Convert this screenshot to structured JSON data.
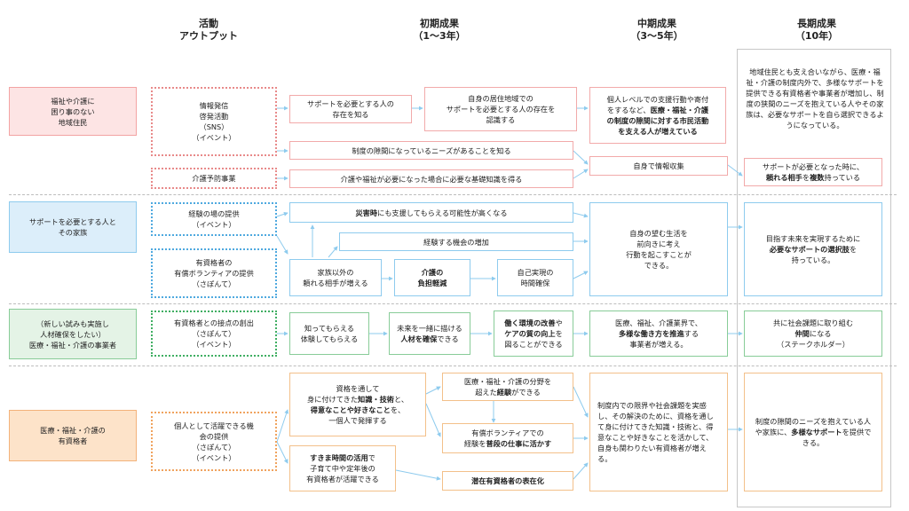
{
  "headers": {
    "activity": "活動",
    "output": "アウトプット",
    "initial": "初期成果",
    "initial_period": "（1〜3年）",
    "mid": "中期成果",
    "mid_period": "（3〜5年）",
    "long": "長期成果",
    "long_period": "（10年）"
  },
  "stakeholders": {
    "residents": "福祉や介護に\n困り事のない\n地域住民",
    "families": "サポートを必要とする人と\nその家族",
    "businesses": "（新しい試みも実施し\n人材確保をしたい）\n医療・福祉・介護の事業者",
    "professionals": "医療・福祉・介護の\n有資格者"
  },
  "activities": {
    "info": "情報発信\n啓発活動\n（SNS）\n（イベント）",
    "prevention": "介護予防事業",
    "experience": "経験の場の提供\n（イベント）",
    "volunteer": "有資格者の\n有償ボランティアの提供\n（さぽんて）",
    "contact": "有資格者との接点の創出\n（さぽんて）\n（イベント）",
    "active": "個人として活躍できる機\n会の提供\n（さぽんて）\n（イベント）"
  },
  "initial": {
    "know_people": "サポートを必要とする人の\n存在を知る",
    "recognize_local": "自身の居住地域での\nサポートを必要とする人の存在を\n認識する",
    "know_gap": "制度の隙間になっているニーズがあることを知る",
    "basic_knowledge": "介護や福祉が必要になった場合に必要な基礎知識を得る",
    "disaster_b": "災害時",
    "disaster_r": "にも支援してもらえる可能性が高くなる",
    "experience_more": "経験する機会の増加",
    "reliable_partner": "家族以外の\n頼れる相手が増える",
    "burden_b": "介護の\n負担軽減",
    "self_time": "自己実現の\n時間確保",
    "know_experience": "知ってもらえる\n体験してもらえる",
    "future_1": "未来を一緒に描ける",
    "future_b": "人材を確保",
    "future_2": "できる",
    "env_b1": "働く環境の改善",
    "env_1": "や",
    "env_b2": "ケアの質の向上",
    "env_2": "を",
    "env_3": "図ることができる",
    "qual_1": "資格を通して",
    "qual_2": "身に付けてきた",
    "qual_b1": "知識・技術",
    "qual_3": "と、",
    "qual_b2": "得意なことや好きなこと",
    "qual_4": "を、",
    "qual_5": "一個人で発揮する",
    "cross_1": "医療・福祉・介護の分野を",
    "cross_2": "超えた",
    "cross_b": "経験",
    "cross_3": "ができる",
    "paid_1": "有償ボランティアでの",
    "paid_2": "経験を",
    "paid_b": "普段の仕事に活かす",
    "spare_b": "すきま時間の活用",
    "spare_1": "で",
    "spare_2": "子育て中や定年後の",
    "spare_3": "有資格者が活躍できる",
    "latent_b": "潜在有資格者の表在化"
  },
  "mid": {
    "civic_1": "個人レベルでの支援行動や寄付",
    "civic_2": "をするなど、",
    "civic_b1": "医療・福祉・介護",
    "civic_b2": "の制度の隙間に対する市民活動",
    "civic_b3": "を支える人が増えている",
    "self_info": "自身で情報収集",
    "desired_life": "自身の望む生活を\n前向きに考え\n行動を起こすことが\nできる。",
    "biz_1": "医療、福祉、介護業界で、",
    "biz_b": "多様な働き方を推進",
    "biz_2": "する",
    "biz_3": "事業者が増える。",
    "prof_text": "制度内での限界や社会課題を実感し、その解決のために、資格を通して身に付けてきた知識・技術と、得意なことや好きなことを活かして、自身も関わりたい有資格者が増える。"
  },
  "long": {
    "vision": "地域住民とも支え合いながら、医療・福祉・介護の制度内外で、多様なサポートを提供できる有資格者や事業者が増加し、制度の狭間のニーズを抱えている人やその家族は、必要なサポートを自ら選択できるようになっている。",
    "partner_1": "サポートが必要となった時に、",
    "partner_b1": "頼れる相手",
    "partner_2": "を",
    "partner_b2": "複数",
    "partner_3": "持っている",
    "choice_1": "目指す未来を実現するために",
    "choice_b": "必要なサポートの選択肢",
    "choice_2": "を",
    "choice_3": "持っている。",
    "companion_1": "共に社会課題に取り組む",
    "companion_b": "仲間",
    "companion_2": "になる",
    "companion_3": "（ステークホルダー）",
    "gap_1": "制度の隙間のニーズを抱えている人や家族に、",
    "gap_b": "多様なサポート",
    "gap_2": "を提供できる。"
  },
  "colors": {
    "residents": "#f3a3a3",
    "families": "#8ecbee",
    "businesses": "#88cc98",
    "professionals": "#f3b27a",
    "arrow": "#8ecbee"
  }
}
